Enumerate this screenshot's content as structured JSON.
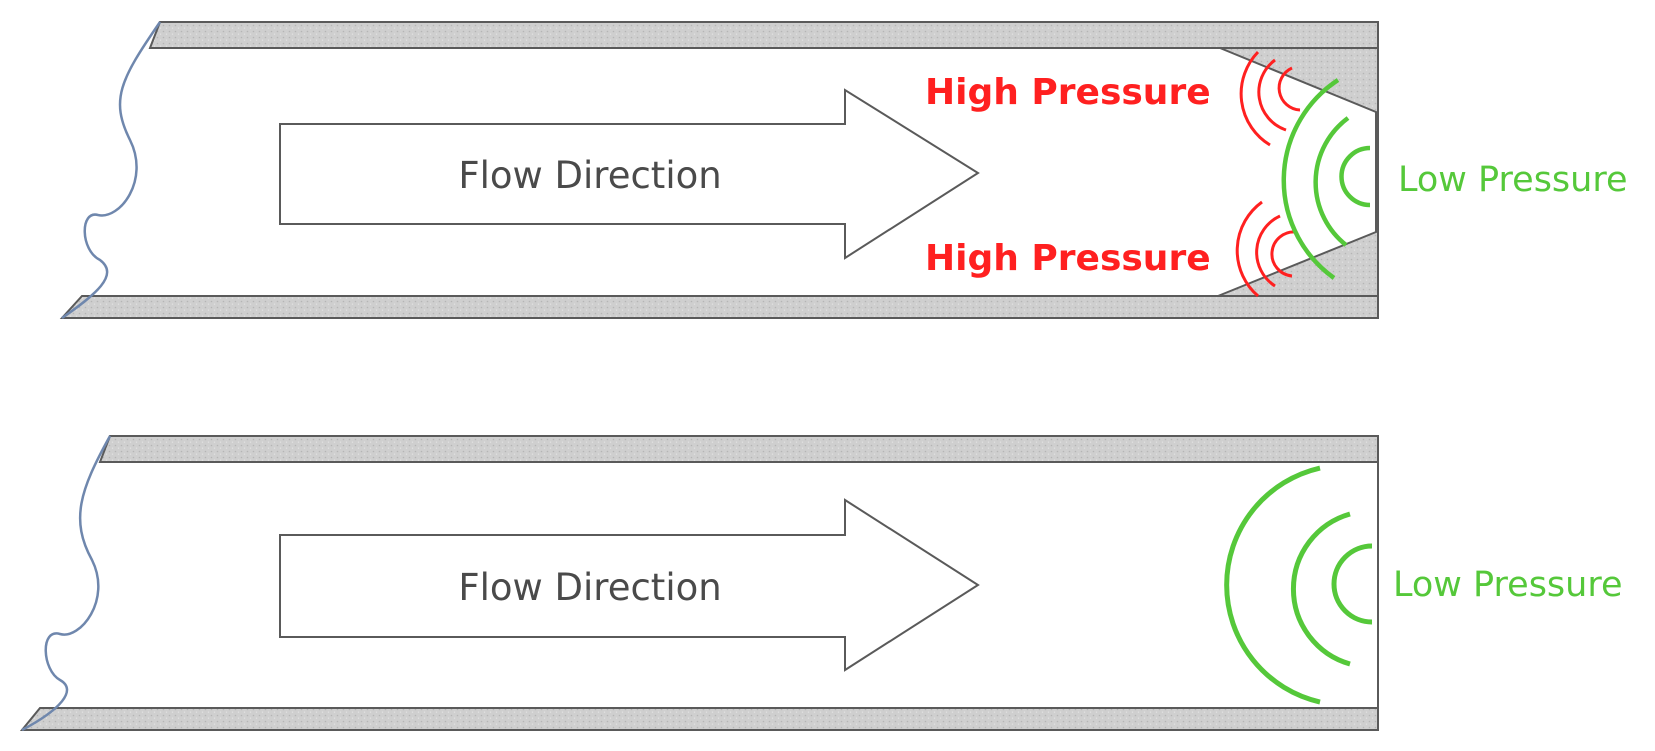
{
  "colors": {
    "background": "#ffffff",
    "wall_fill": "#cfcfcf",
    "outline": "#5a5a5a",
    "break_line": "#6f87ad",
    "high_pressure": "#ff2020",
    "low_pressure": "#55c83a",
    "arrow_label": "#4a4a4a"
  },
  "panels": [
    {
      "id": "pipe-with-plug",
      "flow_label": "Flow Direction",
      "high_pressure_labels": [
        "High Pressure",
        "High Pressure"
      ],
      "low_pressure_label": "Low Pressure",
      "icons": [
        "flow-arrow-icon",
        "high-pressure-wave-icon",
        "low-pressure-wave-icon",
        "pipe-break-icon"
      ]
    },
    {
      "id": "open-pipe",
      "flow_label": "Flow Direction",
      "low_pressure_label": "Low Pressure",
      "icons": [
        "flow-arrow-icon",
        "low-pressure-wave-icon",
        "pipe-break-icon"
      ]
    }
  ]
}
